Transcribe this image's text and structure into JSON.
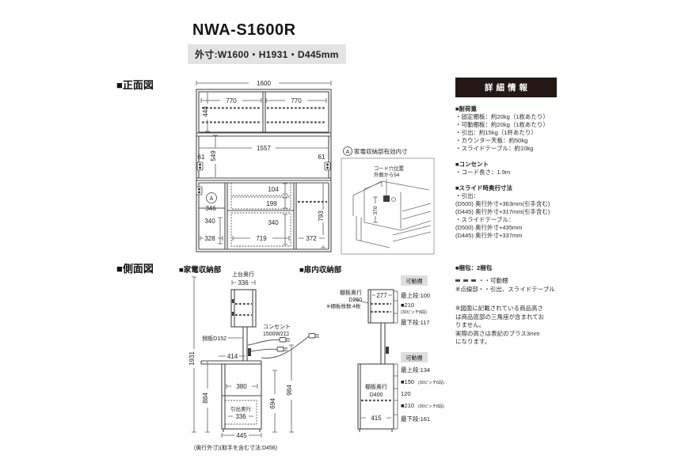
{
  "page": {
    "title": "NWA-S1600R",
    "subtitle": "外寸:W1600・H1931・D445mm"
  },
  "sections": {
    "front": "■正面図",
    "side": "■側面図",
    "appliance": "■家電収納部",
    "door": "■扉内収納部"
  },
  "front": {
    "d1600": "1600",
    "d770L": "770",
    "d770R": "770",
    "d444": "444",
    "d1557": "1557",
    "d549": "549",
    "d61L": "61",
    "d61R": "61",
    "dA": "A",
    "d346": "346",
    "d104": "104",
    "d199": "199",
    "d340L": "340",
    "d328": "328",
    "d340C": "340",
    "d719": "719",
    "d793": "793",
    "d372": "372"
  },
  "inset": {
    "dA": "A",
    "title": "家電収納部有効内寸",
    "cord1": "コード穴位置",
    "cord2": "外側から54",
    "d370": "370"
  },
  "side": {
    "top_depth_label": "上台奥行",
    "d336top": "336",
    "side_panel": "側板D152",
    "outlet1": "コンセント",
    "outlet2": "1500W2口",
    "d414": "414",
    "d1931": "1931",
    "d884": "884",
    "d380": "380",
    "drawer_label": "引出奥行",
    "d336drawer": "336",
    "d445": "445",
    "bottom_note": "(奥行外寸)(取手を含む寸法:D456)",
    "d694": "694",
    "d984": "984"
  },
  "door": {
    "shelf1a": "棚板奥行",
    "shelf1b": "D260",
    "shelf1c": "※棚板枚数:4枚",
    "d277": "277",
    "badge1": "可動棚",
    "u1": "最上段:100",
    "u2": "■210",
    "u2s": "(30ピッチ8段)",
    "u3": "最下段:117",
    "badge2": "可動棚",
    "l1": "最上段:134",
    "l2": "■150",
    "l2s": "(30ピッチ6段)",
    "l3": "120",
    "l4": "■210",
    "l4s": "(30ピッチ8段)",
    "l5": "最下段:161",
    "shelf2a": "棚板奥行",
    "shelf2b": "D400",
    "d415": "415"
  },
  "details": {
    "header": "詳細情報",
    "load_title": "■耐荷重",
    "load_items": [
      "・固定棚板：約20kg（1枚あたり）",
      "・可動棚板：約20kg（1枚あたり）",
      "・引出：約15kg（1杯あたり）",
      "・カウンター天板：約50kg",
      "・スライドテーブル：約10kg"
    ],
    "outlet_title": "■コンセント",
    "outlet_item": "・コード長さ：1.9m",
    "slide_title": "■スライド時奥行寸法",
    "slide_items": [
      "・引出：",
      "(D500) 奥行外寸+363mm(引手含む)",
      "(D445) 奥行外寸+317mm(引手含む)",
      "・スライドテーブル：",
      "(D500) 奥行外寸+435mm",
      "(D445) 奥行外寸+337mm"
    ],
    "packing": "■梱包：2梱包",
    "legend_movable": "・・可動棚",
    "legend_dotted": "※点線部・・引出、スライドテーブル",
    "note_lines": [
      "※図面に記載されている商品高さ",
      "は商品底部の三角座が含まれてお",
      "りません。",
      "実際の高さは表記のプラス3mm",
      "になります。"
    ]
  },
  "colors": {
    "accent_dark": "#231815",
    "badge_bg": "#dedede",
    "line": "#4a4a4a"
  }
}
